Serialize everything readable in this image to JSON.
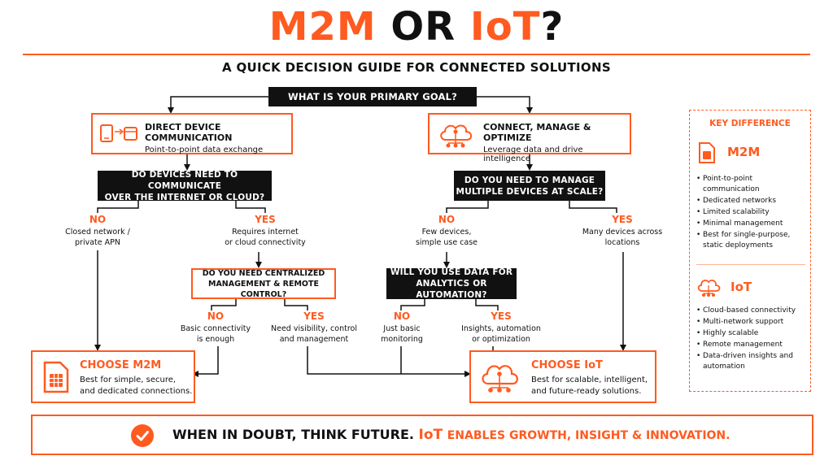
{
  "header": {
    "title_part1": "M2M",
    "title_part2": "OR",
    "title_part3": "IoT",
    "title_part4": "?",
    "subtitle": "A QUICK DECISION GUIDE FOR CONNECTED SOLUTIONS"
  },
  "flow": {
    "primary_question": "WHAT IS YOUR PRIMARY GOAL?",
    "left_goal": {
      "title": "DIRECT DEVICE COMMUNICATION",
      "subtitle": "Point-to-point data exchange"
    },
    "right_goal": {
      "title": "CONNECT, MANAGE & OPTIMIZE",
      "subtitle": "Leverage data and drive intelligence"
    },
    "q_internet": {
      "line1": "DO DEVICES NEED TO COMMUNICATE",
      "line2": "OVER THE INTERNET OR CLOUD?"
    },
    "q_scale": {
      "line1": "DO YOU NEED TO MANAGE",
      "line2": "MULTIPLE DEVICES AT SCALE?"
    },
    "internet_no": {
      "label": "NO",
      "line1": "Closed network /",
      "line2": "private APN"
    },
    "internet_yes": {
      "label": "YES",
      "line1": "Requires internet",
      "line2": "or cloud connectivity"
    },
    "scale_no": {
      "label": "NO",
      "line1": "Few devices,",
      "line2": "simple use case"
    },
    "scale_yes": {
      "label": "YES",
      "line1": "Many devices across",
      "line2": "locations"
    },
    "q_central": {
      "line1": "DO YOU NEED CENTRALIZED",
      "line2": "MANAGEMENT & REMOTE CONTROL?"
    },
    "q_analytics": {
      "line1": "WILL YOU USE DATA FOR",
      "line2": "ANALYTICS OR AUTOMATION?"
    },
    "central_no": {
      "label": "NO",
      "line1": "Basic connectivity",
      "line2": "is enough"
    },
    "central_yes": {
      "label": "YES",
      "line1": "Need visibility, control",
      "line2": "and management"
    },
    "analytics_no": {
      "label": "NO",
      "line1": "Just basic",
      "line2": "monitoring"
    },
    "analytics_yes": {
      "label": "YES",
      "line1": "Insights, automation",
      "line2": "or optimization"
    },
    "choose_m2m": {
      "title": "CHOOSE M2M",
      "line1": "Best for simple, secure,",
      "line2": "and dedicated connections."
    },
    "choose_iot": {
      "title": "CHOOSE IoT",
      "line1": "Best for scalable, intelligent,",
      "line2": "and future-ready solutions."
    }
  },
  "key_difference": {
    "heading": "KEY DIFFERENCE",
    "m2m": {
      "name": "M2M",
      "icon": "sim-card-icon",
      "points": [
        "Point-to-point communication",
        "Dedicated networks",
        "Limited scalability",
        "Minimal management",
        "Best for single-purpose, static deployments"
      ]
    },
    "iot": {
      "name": "IoT",
      "icon": "cloud-network-icon",
      "points": [
        "Cloud-based connectivity",
        "Multi-network support",
        "Highly scalable",
        "Remote management",
        "Data-driven insights and automation"
      ]
    }
  },
  "footer": {
    "part1": "WHEN IN DOUBT, THINK FUTURE.",
    "part2": "IoT",
    "part3": "ENABLES GROWTH, INSIGHT & INNOVATION."
  },
  "colors": {
    "accent": "#ff5a1f",
    "dark": "#111111"
  }
}
